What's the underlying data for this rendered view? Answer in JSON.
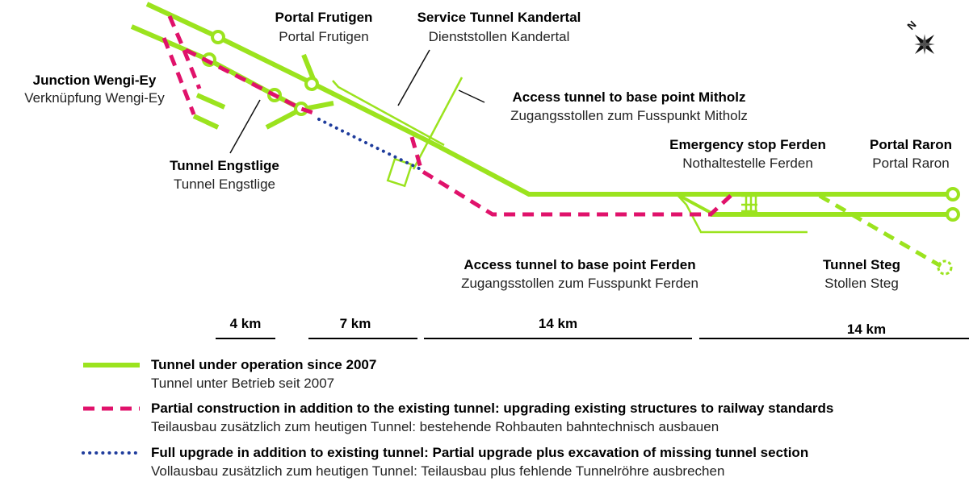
{
  "colors": {
    "operation_green": "#9be31e",
    "construction_pink": "#e0126b",
    "upgrade_blue": "#1f3c9c",
    "text": "#000000"
  },
  "labels": {
    "junction_wengi_ey": {
      "en": "Junction Wengi-Ey",
      "de": "Verknüpfung Wengi-Ey"
    },
    "portal_frutigen": {
      "en": "Portal Frutigen",
      "de": "Portal Frutigen"
    },
    "service_tunnel_kandertal": {
      "en": "Service Tunnel Kandertal",
      "de": "Dienststollen Kandertal"
    },
    "access_mitholz": {
      "en": "Access tunnel to base point Mitholz",
      "de": "Zugangsstollen zum Fusspunkt Mitholz"
    },
    "tunnel_engstlige": {
      "en": "Tunnel Engstlige",
      "de": "Tunnel Engstlige"
    },
    "emergency_ferden": {
      "en": "Emergency stop Ferden",
      "de": "Nothaltestelle Ferden"
    },
    "portal_raron": {
      "en": "Portal Raron",
      "de": "Portal Raron"
    },
    "access_ferden": {
      "en": "Access tunnel to base point Ferden",
      "de": "Zugangsstollen zum Fusspunkt Ferden"
    },
    "tunnel_steg": {
      "en": "Tunnel Steg",
      "de": "Stollen Steg"
    }
  },
  "compass": {
    "letter": "N",
    "icon": "compass-rose-icon"
  },
  "scale": [
    {
      "label": "4 km"
    },
    {
      "label": "7 km"
    },
    {
      "label": "14 km"
    },
    {
      "label": "14 km"
    }
  ],
  "legend": [
    {
      "style": "solid",
      "en": "Tunnel under operation since 2007",
      "de": "Tunnel unter Betrieb seit 2007"
    },
    {
      "style": "dashed",
      "en": "Partial construction in addition to the existing tunnel: upgrading existing structures to railway standards",
      "de": "Teilausbau zusätzlich zum heutigen Tunnel: bestehende Rohbauten bahntechnisch ausbauen"
    },
    {
      "style": "dotted",
      "en": "Full upgrade in addition to existing tunnel: Partial upgrade plus excavation of missing tunnel section",
      "de": "Vollausbau zusätzlich zum heutigen Tunnel: Teilausbau plus fehlende Tunnelröhre ausbrechen"
    }
  ]
}
